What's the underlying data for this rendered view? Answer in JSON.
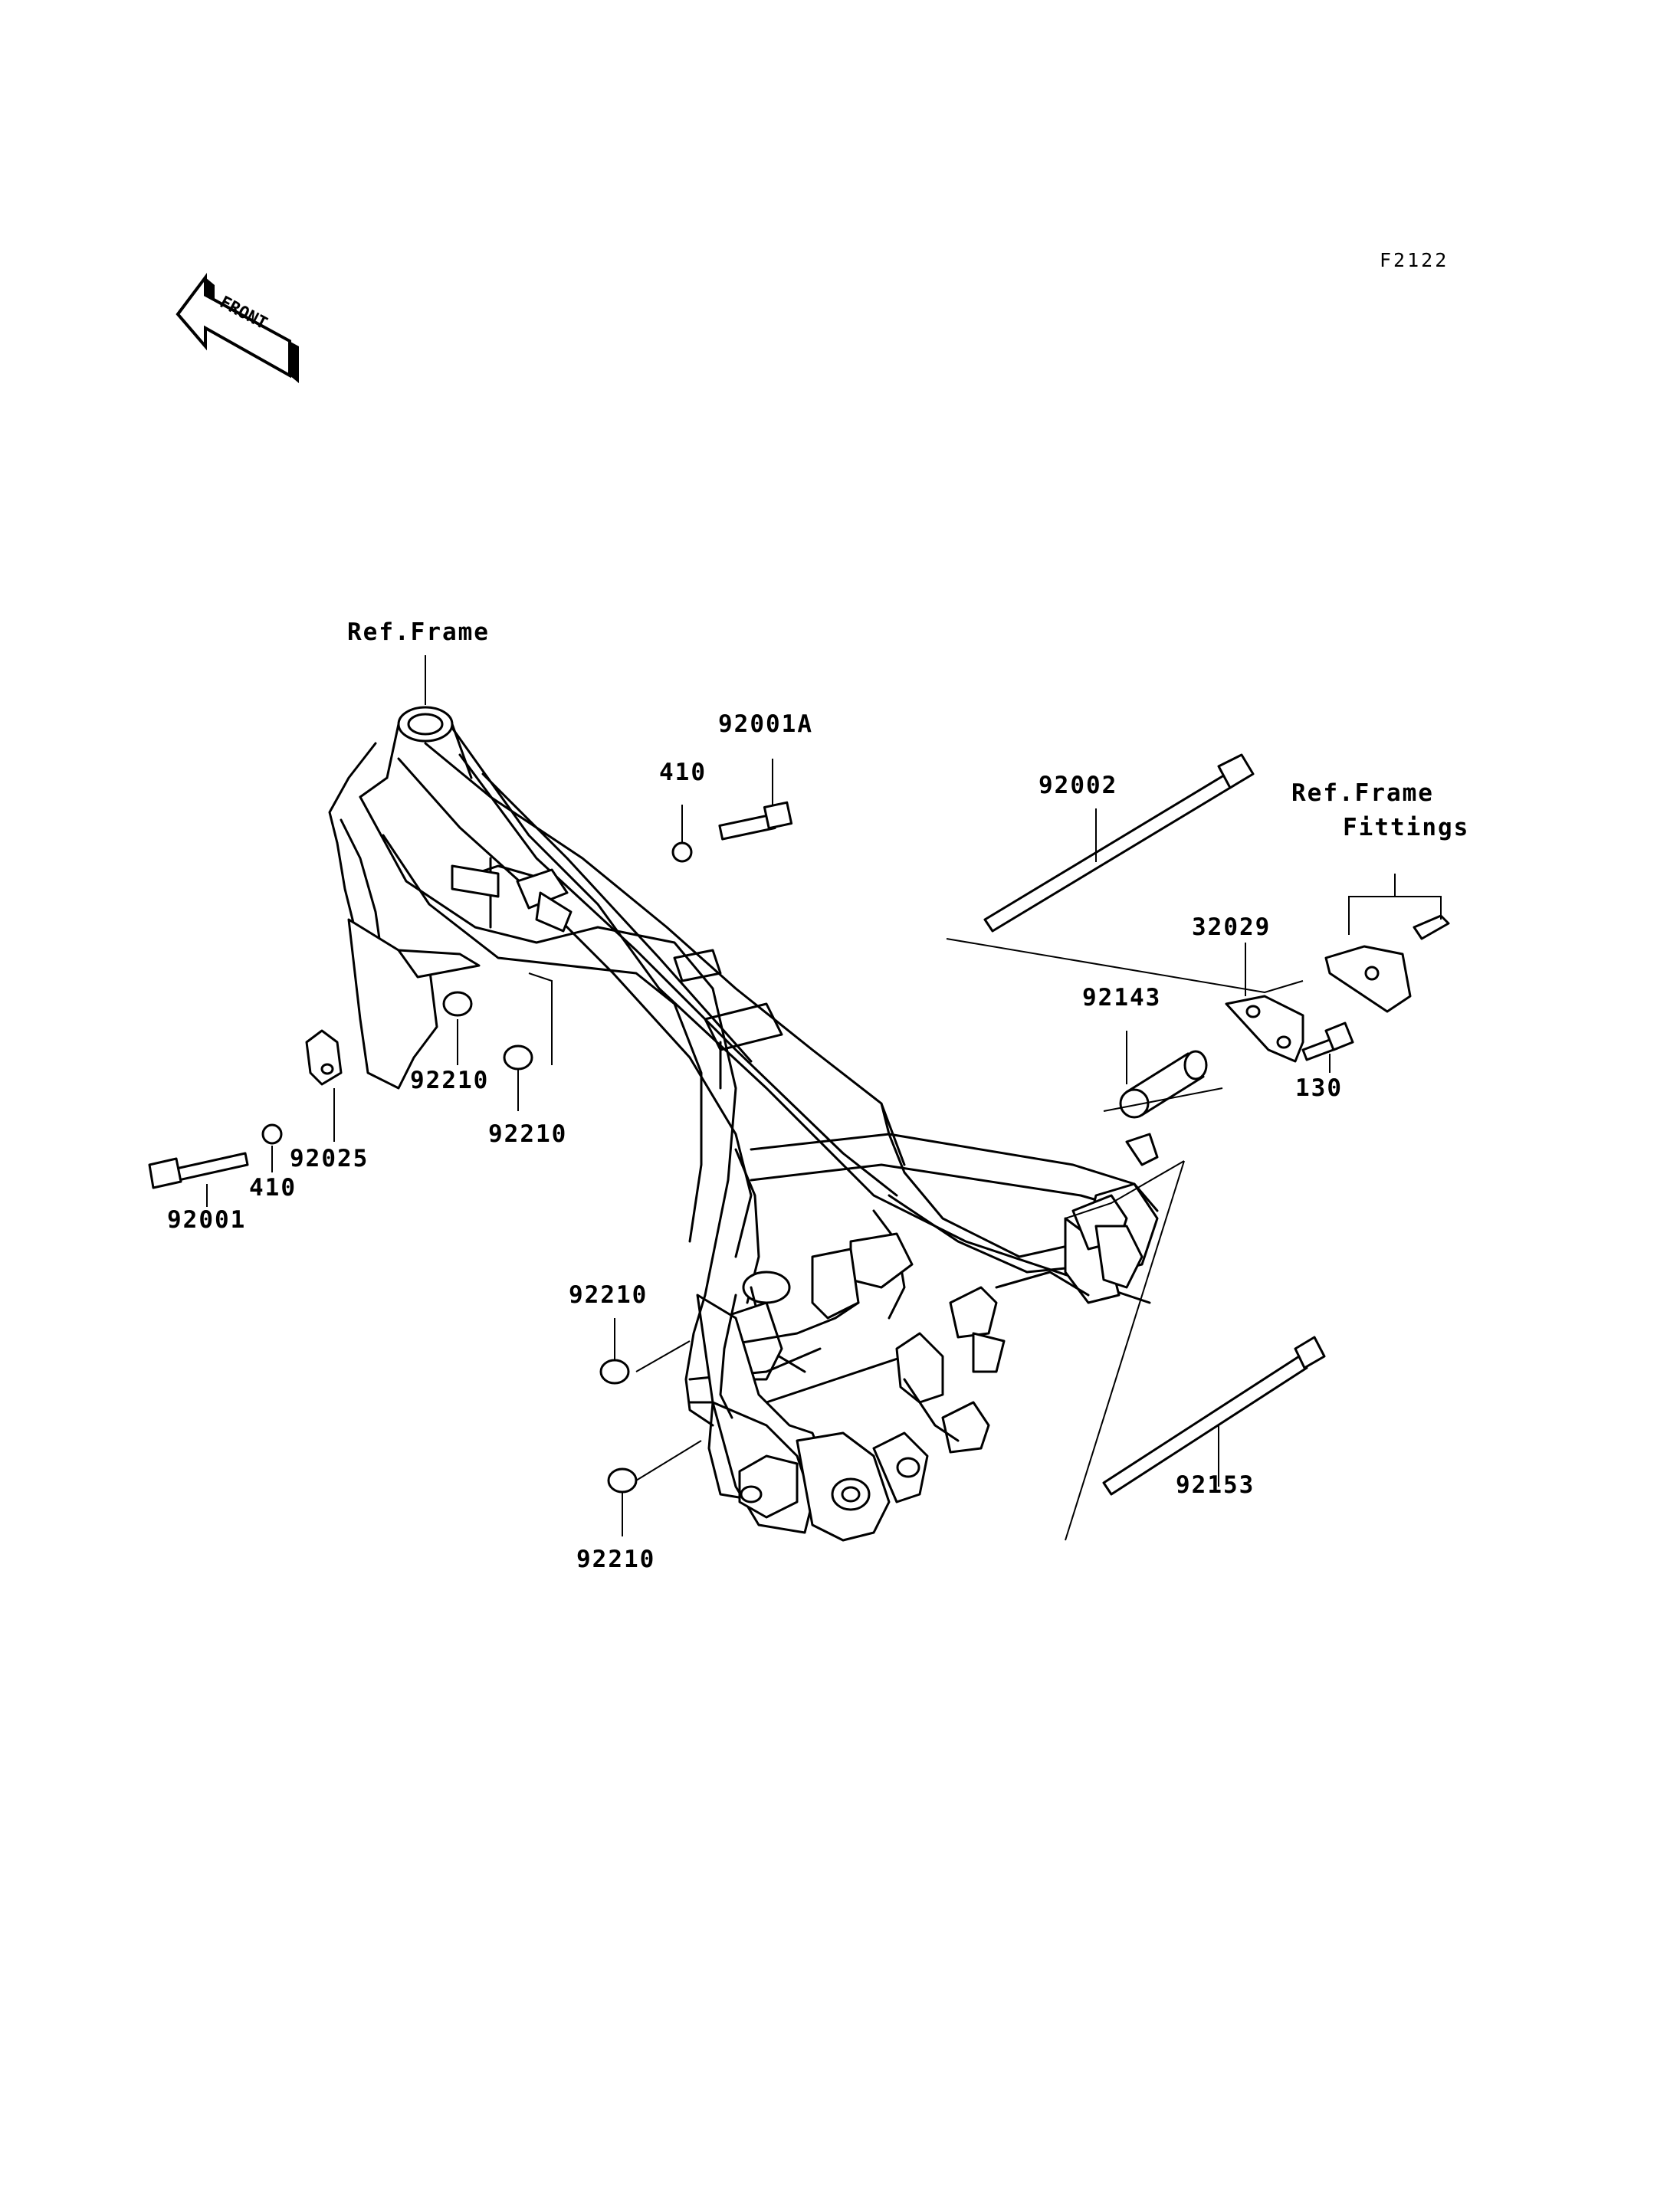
{
  "figure_code": "F2122",
  "front_marker": {
    "icon": "front-arrow-icon",
    "text": "FRONT"
  },
  "parts": {
    "ref_frame": "Ref.Frame",
    "ref_frame_fittings_line1": "Ref.Frame",
    "ref_frame_fittings_line2": "Fittings",
    "p92001A": "92001A",
    "p410_top": "410",
    "p92002": "92002",
    "p32029": "32029",
    "p92143": "92143",
    "p130": "130",
    "p92210_a": "92210",
    "p92210_b": "92210",
    "p92025": "92025",
    "p410_left": "410",
    "p92001": "92001",
    "p92210_c": "92210",
    "p92210_d": "92210",
    "p92153": "92153"
  }
}
